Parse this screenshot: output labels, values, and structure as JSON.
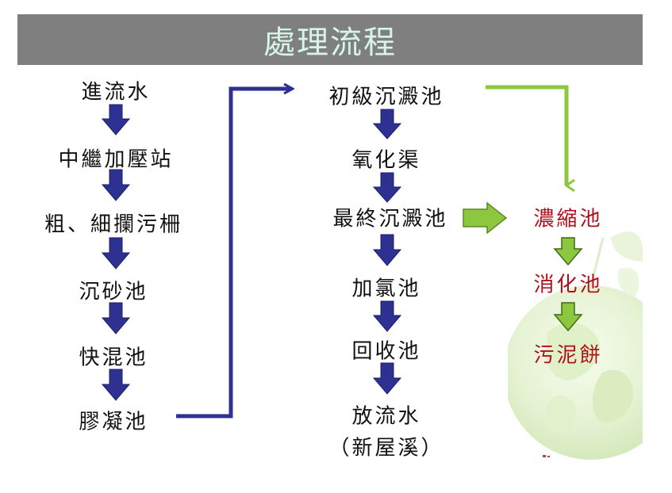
{
  "title": "處理流程",
  "colors": {
    "title_bar": "#7f7f7f",
    "title_text": "#d6f5e8",
    "blue_arrow": "#2e3192",
    "green_arrow": "#8dc63f",
    "sludge_text": "#b0101a"
  },
  "left_column": [
    "進流水",
    "中繼加壓站",
    "粗、細攔污柵",
    "沉砂池",
    "快混池",
    "膠凝池"
  ],
  "middle_column": [
    "初級沉澱池",
    "氧化渠",
    "最終沉澱池",
    "加氯池",
    "回收池"
  ],
  "outflow": {
    "line1": "放流水",
    "line2": "（新屋溪）"
  },
  "sludge_column": [
    "濃縮池",
    "消化池",
    "污泥餅"
  ]
}
